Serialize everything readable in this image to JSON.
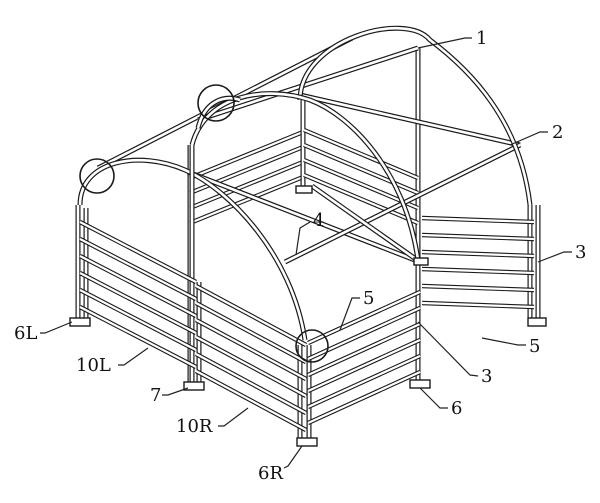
{
  "labels": {
    "l1": "1",
    "l2": "2",
    "l3a": "3",
    "l3b": "3",
    "l4": "4",
    "l5a": "5",
    "l5b": "5",
    "l6": "6",
    "l6L": "6L",
    "l6R": "6R",
    "l7": "7",
    "l10L": "10L",
    "l10R": "10R"
  }
}
